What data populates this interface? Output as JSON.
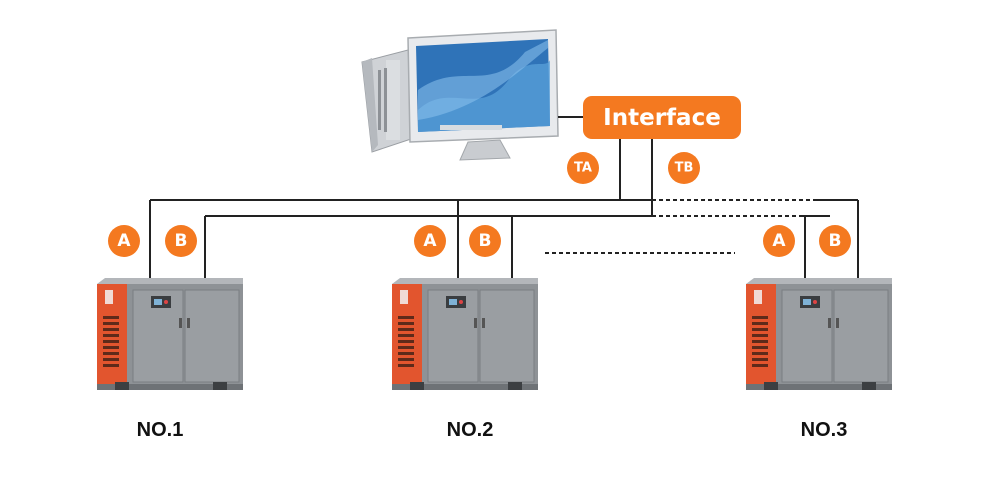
{
  "interface": {
    "label": "Interface"
  },
  "bus_labels": {
    "ta": "TA",
    "tb": "TB"
  },
  "units": [
    {
      "label": "NO.1",
      "terminal_a": "A",
      "terminal_b": "B"
    },
    {
      "label": "NO.2",
      "terminal_a": "A",
      "terminal_b": "B"
    },
    {
      "label": "NO.3",
      "terminal_a": "A",
      "terminal_b": "B"
    }
  ],
  "colors": {
    "accent": "#f47920",
    "compressor_body": "#8e9296",
    "compressor_panel": "#e2552e",
    "monitor_screen": "#2f73b8",
    "wire": "#222222"
  },
  "icons": {
    "computer": "desktop-computer-icon",
    "compressor": "air-compressor-icon"
  }
}
